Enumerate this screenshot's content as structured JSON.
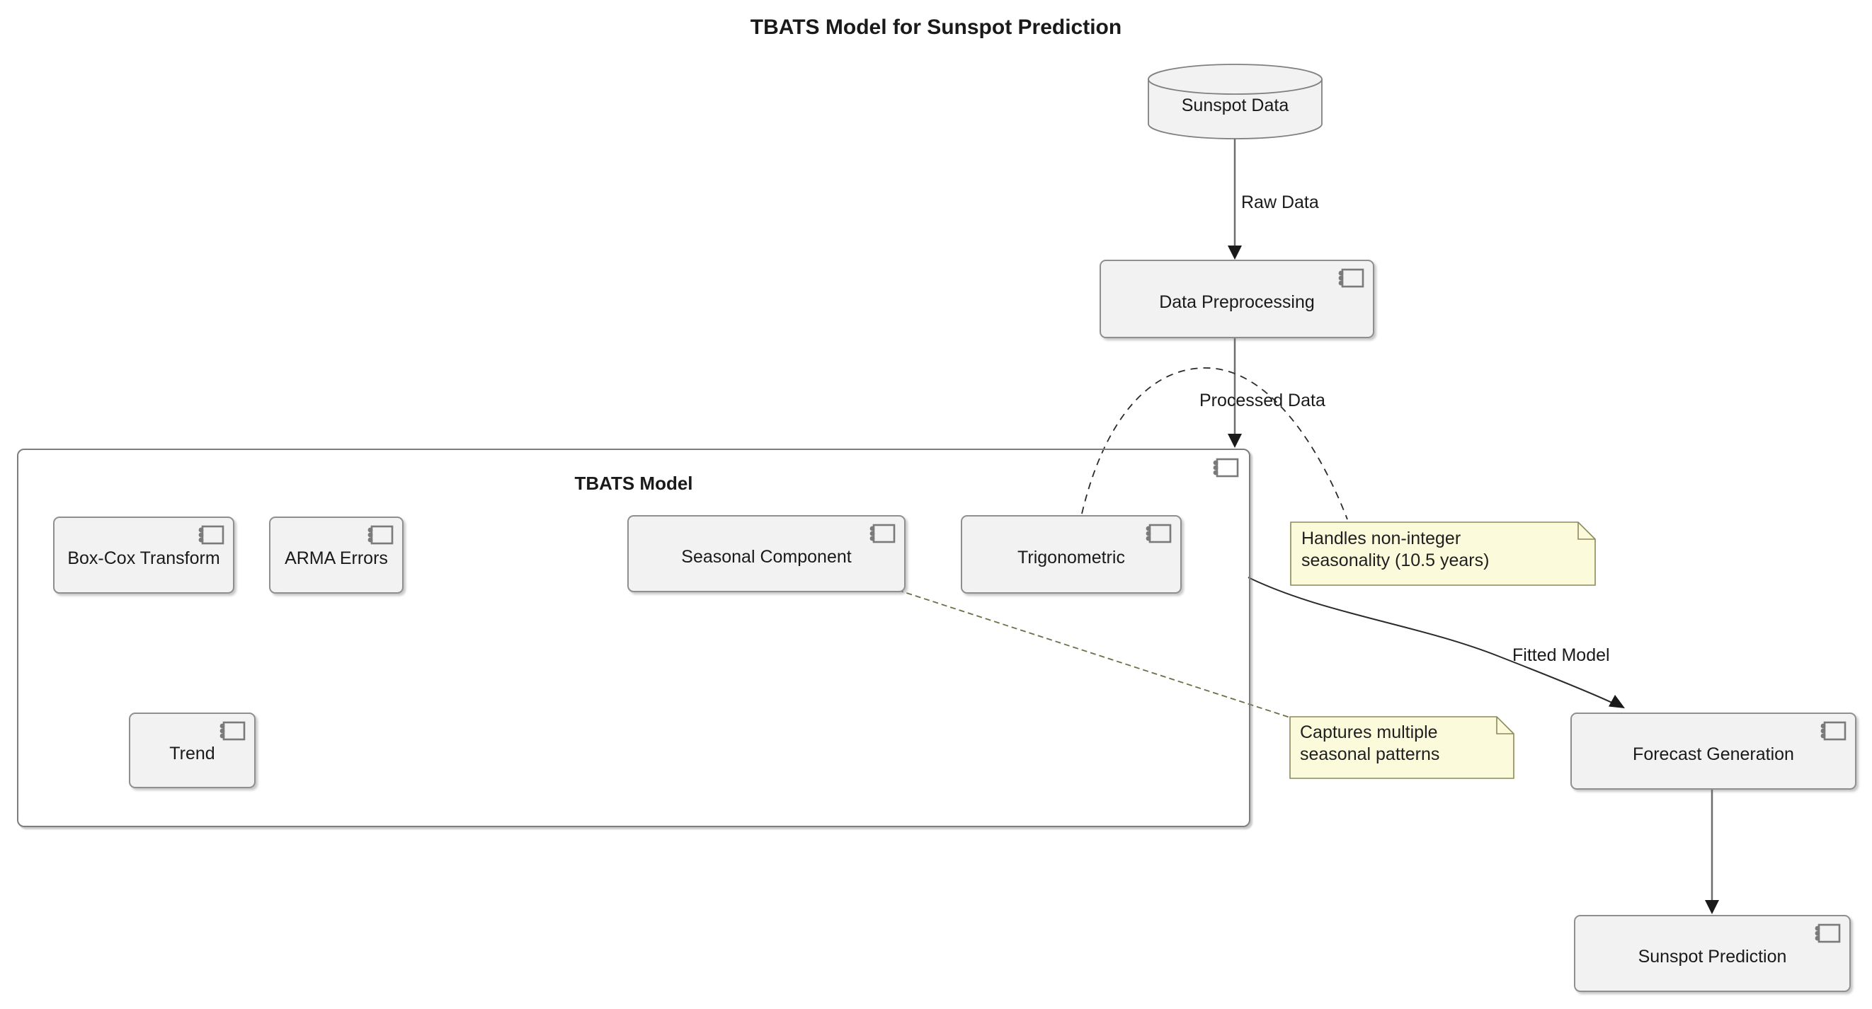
{
  "title": "TBATS Model for Sunspot Prediction",
  "nodes": {
    "sunspot_data": {
      "label": "Sunspot Data",
      "type": "database"
    },
    "data_preprocessing": {
      "label": "Data Preprocessing",
      "type": "component"
    },
    "tbats_model": {
      "label": "TBATS Model",
      "type": "container"
    },
    "box_cox": {
      "label": "Box-Cox Transform",
      "type": "component"
    },
    "arma": {
      "label": "ARMA Errors",
      "type": "component"
    },
    "seasonal": {
      "label": "Seasonal Component",
      "type": "component"
    },
    "trigonometric": {
      "label": "Trigonometric",
      "type": "component"
    },
    "trend": {
      "label": "Trend",
      "type": "component"
    },
    "forecast": {
      "label": "Forecast Generation",
      "type": "component"
    },
    "prediction": {
      "label": "Sunspot Prediction",
      "type": "component"
    }
  },
  "edges": {
    "raw_data": {
      "label": "Raw Data",
      "from": "sunspot_data",
      "to": "data_preprocessing",
      "style": "solid-arrow"
    },
    "processed_data": {
      "label": "Processed Data",
      "from": "data_preprocessing",
      "to": "tbats_model",
      "style": "solid-arrow"
    },
    "fitted_model": {
      "label": "Fitted Model",
      "from": "tbats_model",
      "to": "forecast",
      "style": "curved-arrow"
    },
    "forecast_out": {
      "label": "",
      "from": "forecast",
      "to": "prediction",
      "style": "solid-arrow"
    },
    "trig_note_link": {
      "label": "",
      "from": "trigonometric",
      "to": "note_non_integer",
      "style": "dashed-curve"
    },
    "seasonal_note_link": {
      "label": "",
      "from": "seasonal",
      "to": "note_multiple_seasonal",
      "style": "dashed-olive-line"
    }
  },
  "notes": {
    "non_integer": {
      "line1": "Handles non-integer",
      "line2": "seasonality (10.5 years)"
    },
    "multiple_seasonal": {
      "line1": "Captures multiple",
      "line2": "seasonal patterns"
    }
  },
  "colors": {
    "node_fill": "#f2f2f2",
    "node_border": "#8f8f8f",
    "note_fill": "#fbfbdc",
    "note_border": "#8a8a5a",
    "edge_line": "#6e6e6e",
    "arrowhead": "#1a1a1a",
    "note_link": "#6e6e46",
    "text": "#1a1a1a"
  }
}
